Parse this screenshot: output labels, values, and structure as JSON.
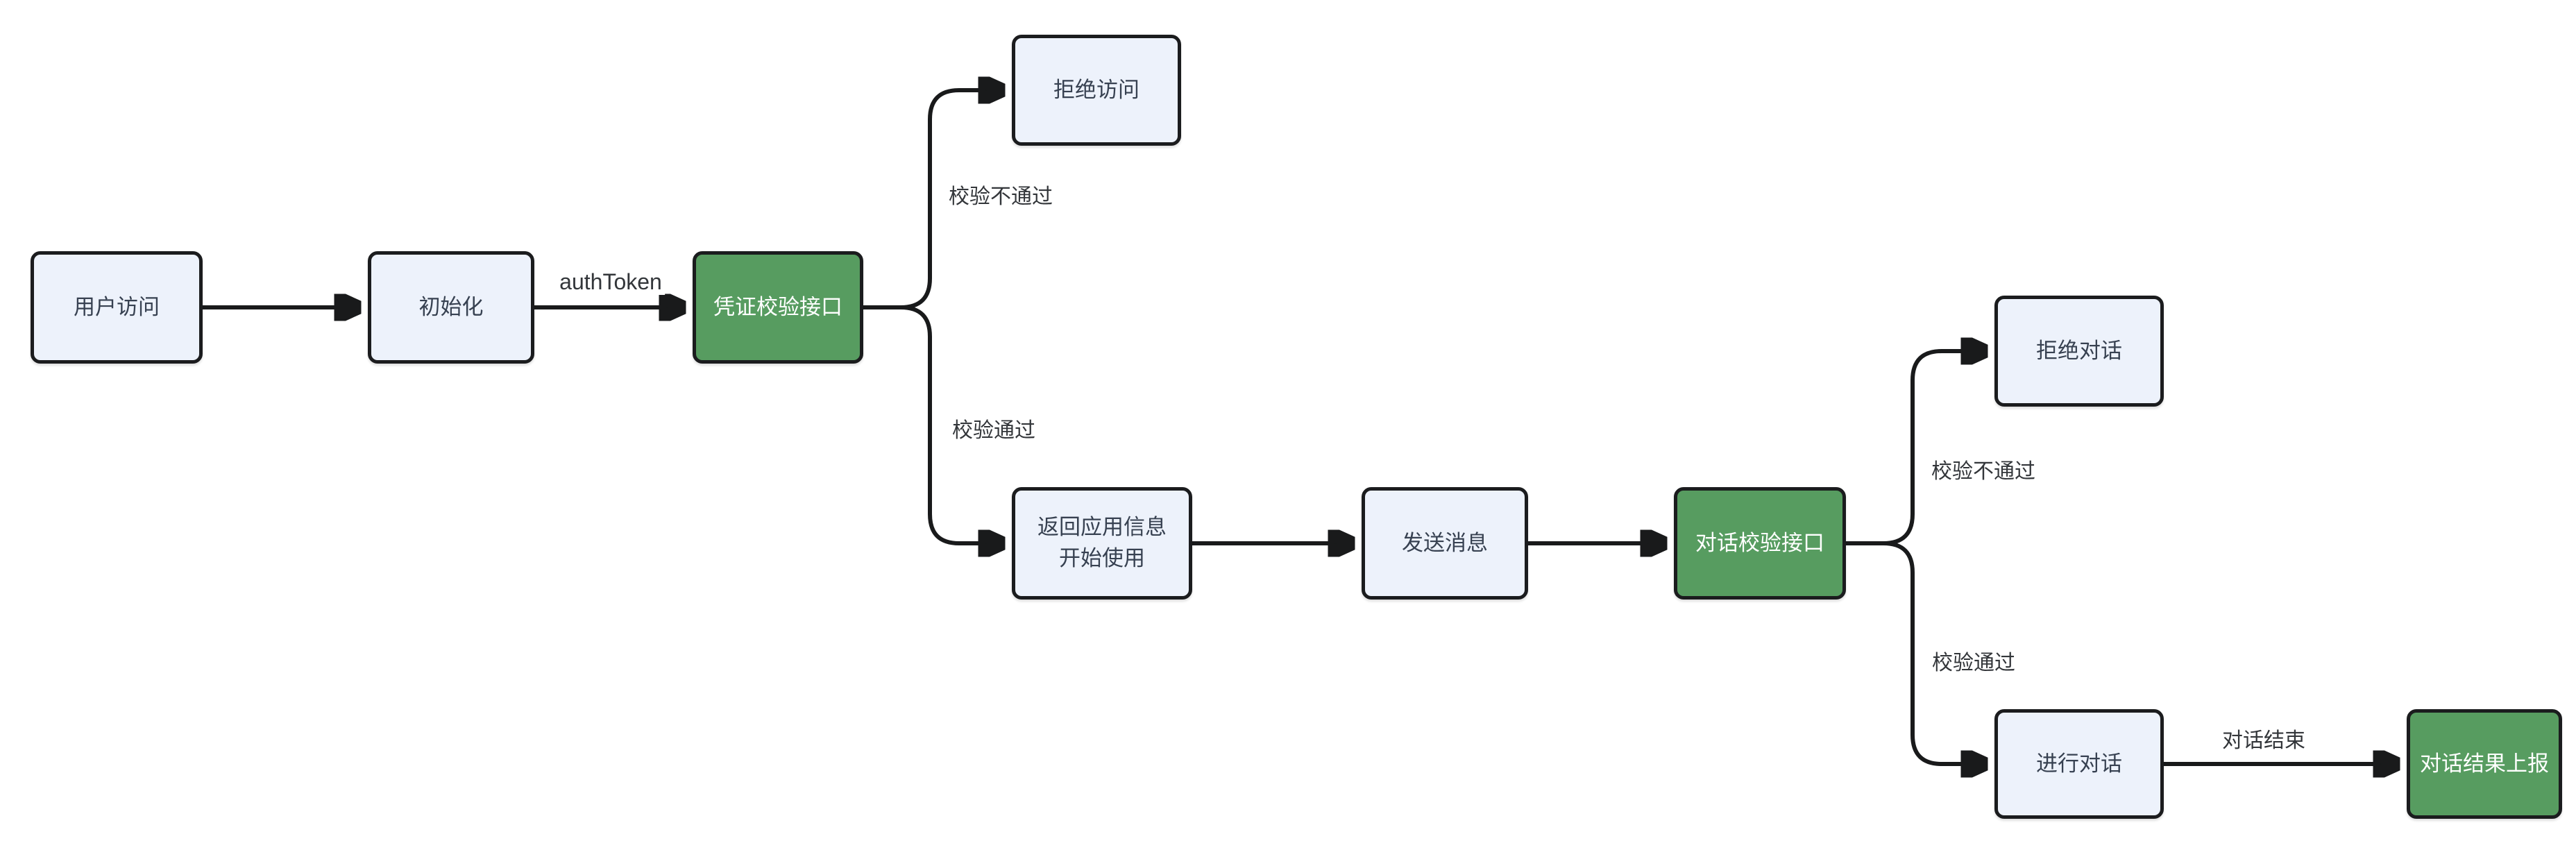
{
  "page": {
    "background": "#ffffff"
  },
  "diagram": {
    "type": "flowchart",
    "direction": "left-to-right",
    "colors": {
      "node_fill": "#edf2fb",
      "node_border": "#1b1c1e",
      "node_text": "#374151",
      "accent_fill": "#579c60",
      "accent_text": "#ffffff",
      "edge_stroke": "#191a1b",
      "edge_label_text": "#33363a"
    },
    "nodes": [
      {
        "id": "user-access",
        "label": "用户访问",
        "accent": false
      },
      {
        "id": "initialize",
        "label": "初始化",
        "accent": false
      },
      {
        "id": "credential-check-api",
        "label": "凭证校验接口",
        "accent": true
      },
      {
        "id": "deny-access",
        "label": "拒绝访问",
        "accent": false
      },
      {
        "id": "return-app-info",
        "label": "返回应用信息\n开始使用",
        "accent": false
      },
      {
        "id": "send-message",
        "label": "发送消息",
        "accent": false
      },
      {
        "id": "dialog-check-api",
        "label": "对话校验接口",
        "accent": true
      },
      {
        "id": "deny-dialog",
        "label": "拒绝对话",
        "accent": false
      },
      {
        "id": "do-dialog",
        "label": "进行对话",
        "accent": false
      },
      {
        "id": "dialog-result-report",
        "label": "对话结果上报",
        "accent": true
      }
    ],
    "edges": [
      {
        "from": "user-access",
        "to": "initialize",
        "label": ""
      },
      {
        "from": "initialize",
        "to": "credential-check-api",
        "label": "authToken"
      },
      {
        "from": "credential-check-api",
        "to": "deny-access",
        "label": "校验不通过"
      },
      {
        "from": "credential-check-api",
        "to": "return-app-info",
        "label": "校验通过"
      },
      {
        "from": "return-app-info",
        "to": "send-message",
        "label": ""
      },
      {
        "from": "send-message",
        "to": "dialog-check-api",
        "label": ""
      },
      {
        "from": "dialog-check-api",
        "to": "deny-dialog",
        "label": "校验不通过"
      },
      {
        "from": "dialog-check-api",
        "to": "do-dialog",
        "label": "校验通过"
      },
      {
        "from": "do-dialog",
        "to": "dialog-result-report",
        "label": "对话结束"
      }
    ]
  }
}
